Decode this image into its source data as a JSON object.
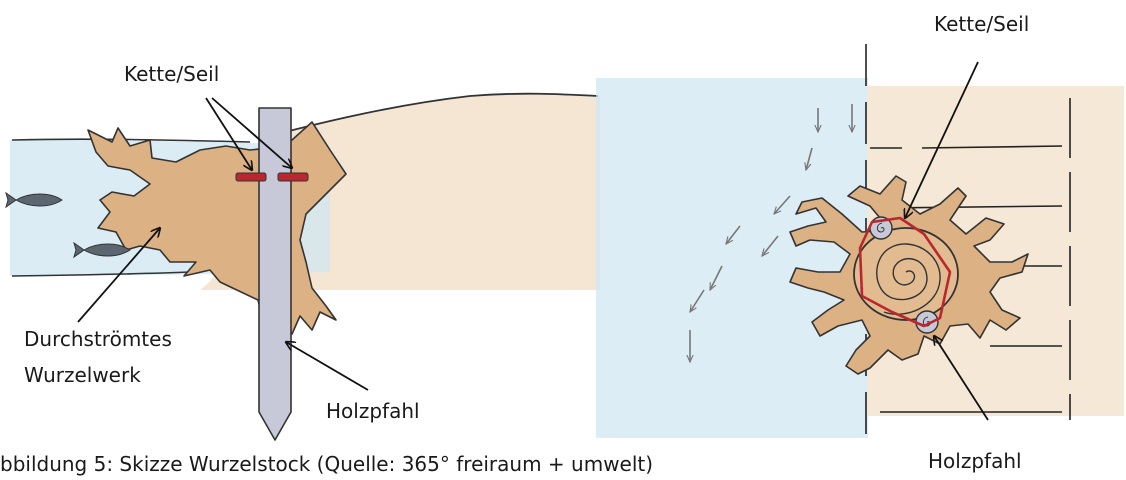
{
  "left_sketch": {
    "label_chain": "Kette/Seil",
    "label_roots_line1": "Durchströmtes",
    "label_roots_line2": "Wurzelwerk",
    "label_stake": "Holzpfahl"
  },
  "right_sketch": {
    "label_chain": "Kette/Seil",
    "label_stake": "Holzpfahl"
  },
  "caption": "bbildung 5: Skizze Wurzelstock (Quelle: 365° freiraum + umwelt)",
  "colors": {
    "water": "#cfe6f2",
    "bank": "#f3e2cc",
    "wood": "#dcb284",
    "stake": "#c7c9d8",
    "chain": "#b8282e",
    "fish": "#5b6670"
  }
}
